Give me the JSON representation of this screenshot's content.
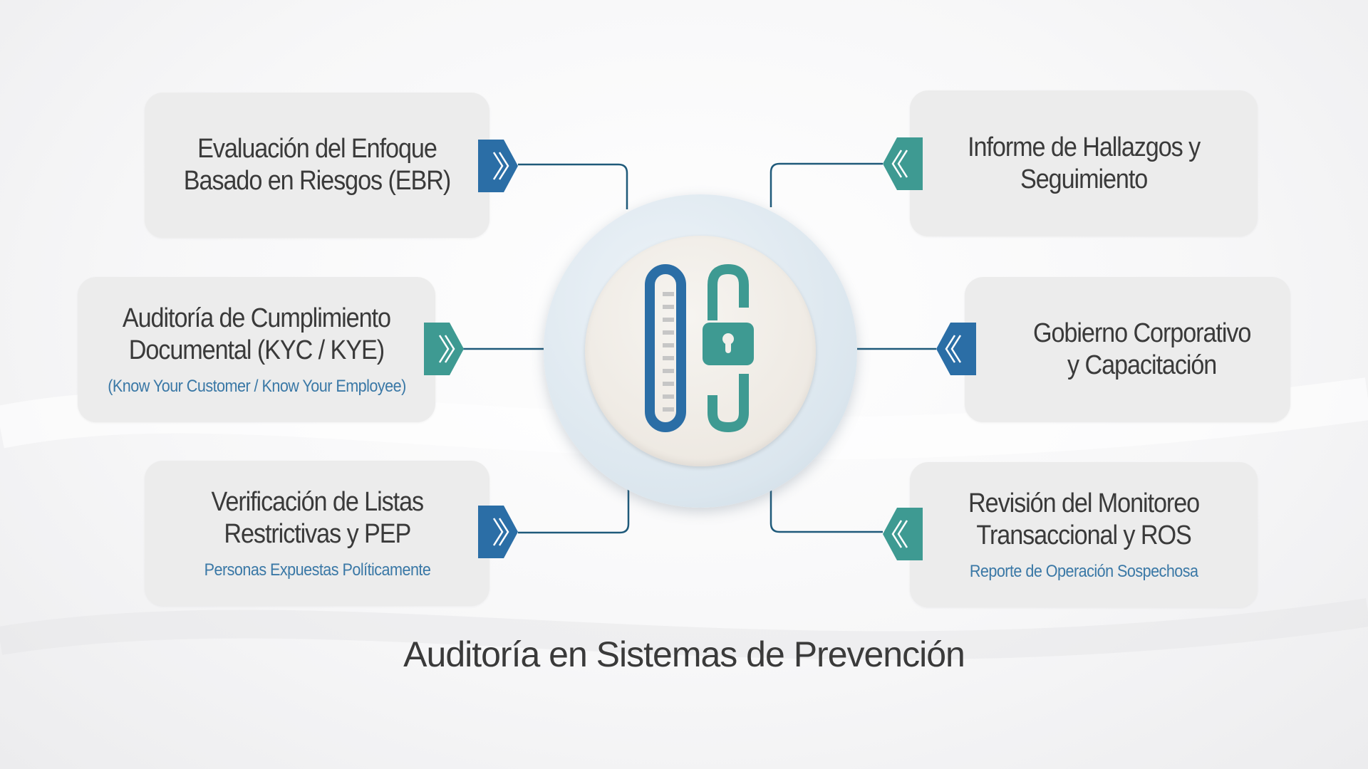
{
  "colors": {
    "blue": "#2b6ea6",
    "teal": "#3e9a92",
    "line": "#1f5a7a"
  },
  "center_logo": {
    "icon": "os-lock-logo"
  },
  "title": "Auditoría en Sistemas de Prevención",
  "items": [
    {
      "title_lines": [
        "Evaluación del Enfoque",
        "Basado en Riesgos (EBR)"
      ],
      "subtitle": null
    },
    {
      "title_lines": [
        "Auditoría de Cumplimiento",
        "Documental (KYC / KYE)"
      ],
      "subtitle": "(Know Your Customer / Know Your Employee)"
    },
    {
      "title_lines": [
        "Verificación de Listas",
        "Restrictivas y PEP"
      ],
      "subtitle": "Personas Expuestas Políticamente"
    },
    {
      "title_lines": [
        "Informe de Hallazgos y",
        "Seguimiento"
      ],
      "subtitle": null
    },
    {
      "title_lines": [
        "Gobierno Corporativo",
        "y Capacitación"
      ],
      "subtitle": null
    },
    {
      "title_lines": [
        "Revisión del Monitoreo",
        "Transaccional y ROS"
      ],
      "subtitle": "Reporte de Operación Sospechosa"
    }
  ]
}
